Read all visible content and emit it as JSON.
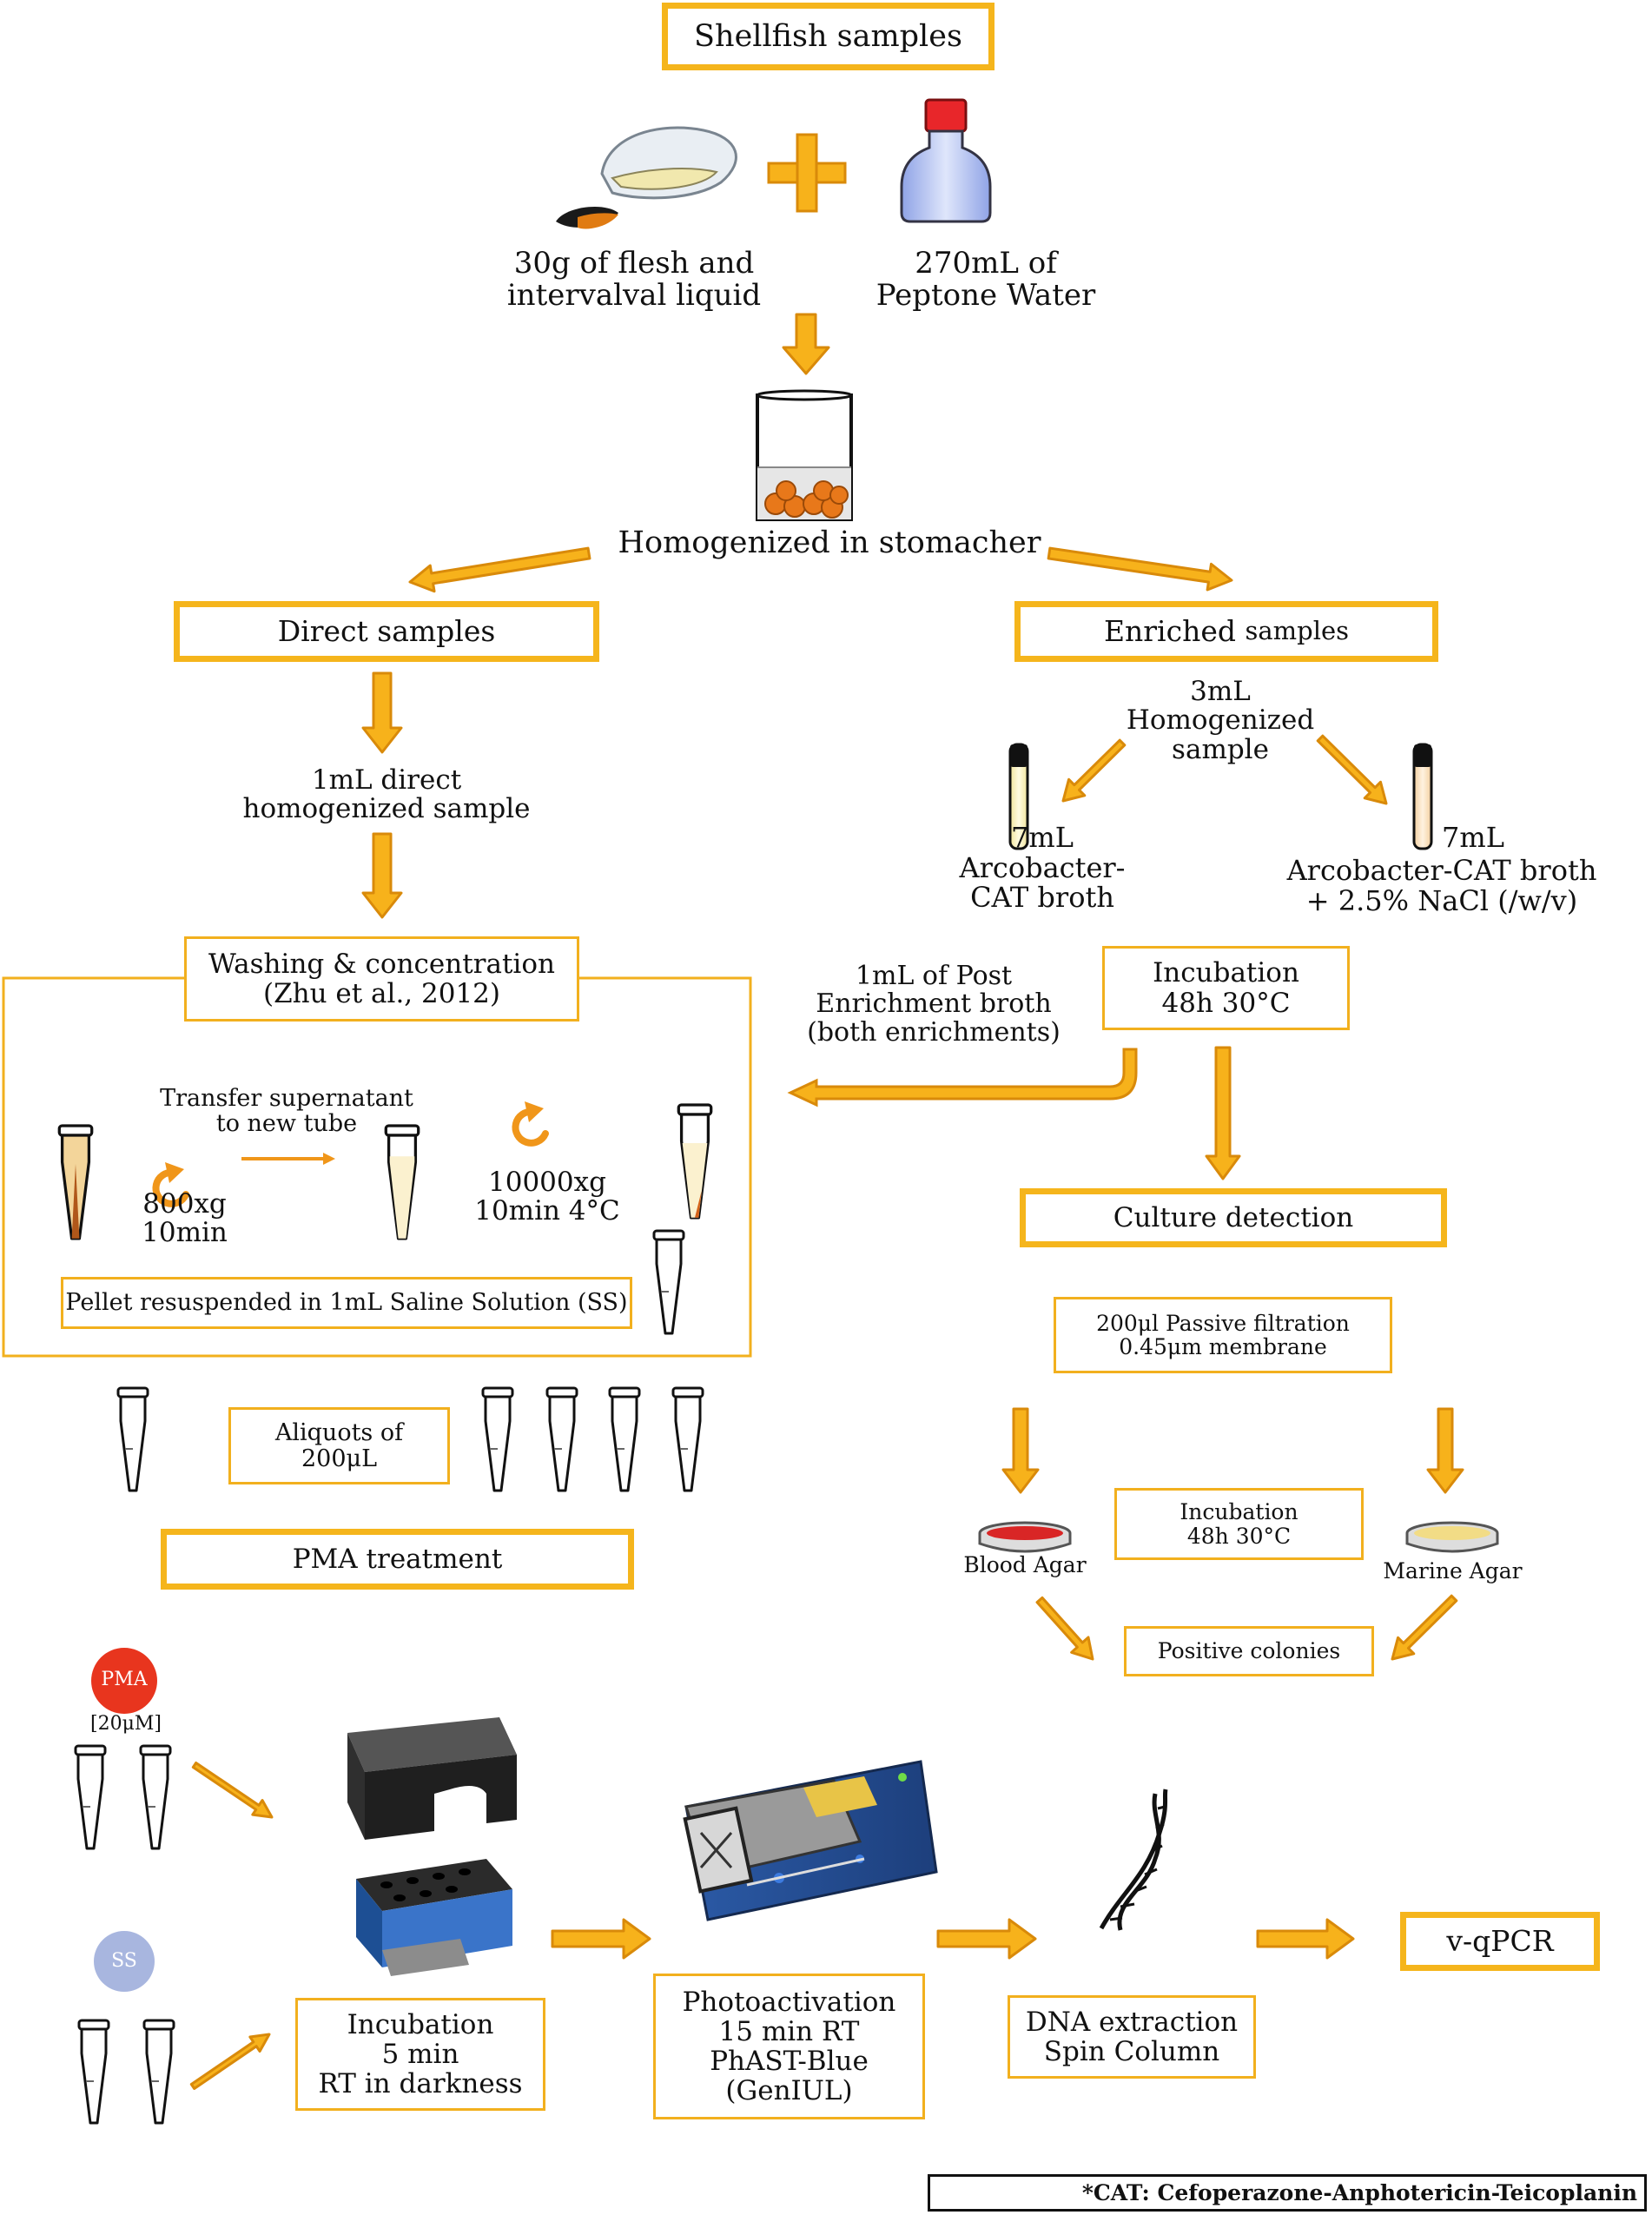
{
  "title": "Shellfish samples",
  "inputs": {
    "flesh": "30g of flesh and\nintervalval liquid",
    "water": "270mL of\nPeptone Water"
  },
  "homogenized": "Homogenized in stomacher",
  "direct": {
    "title": "Direct samples",
    "sample": "1mL direct\nhomogenized sample",
    "washing_title": "Washing & concentration\n(Zhu et al., 2012)",
    "transfer": "Transfer supernatant\nto new tube",
    "spin1": "800xg 10min",
    "spin2": "10000xg\n10min 4°C",
    "pellet": "Pellet resuspended in 1mL Saline Solution (SS)",
    "aliquots": "Aliquots of\n200μL"
  },
  "enriched": {
    "title_main": "Enriched",
    "title_small": "samples",
    "sample": "3mL\nHomogenized\nsample",
    "broth1": "7mL\nArcobacter-\nCAT broth",
    "broth2_vol": "7mL",
    "broth2": "Arcobacter-CAT broth\n+ 2.5% NaCl (/w/v)",
    "incubation": "Incubation\n48h 30°C",
    "post": "1mL of Post\nEnrichment broth\n(both enrichments)",
    "culture": "Culture detection",
    "filtration": "200μl Passive filtration\n0.45μm membrane",
    "blood": "Blood Agar",
    "marine": "Marine Agar",
    "plate_incubation": "Incubation\n48h 30°C",
    "positive": "Positive colonies"
  },
  "pma": {
    "title": "PMA treatment",
    "pma_label": "PMA",
    "pma_conc": "[20μM]",
    "ss_label": "SS",
    "incubation": "Incubation\n5 min\nRT in darkness",
    "photo": "Photoactivation\n15 min    RT\nPhAST-Blue\n(GenIUL)",
    "dna": "DNA extraction\nSpin Column",
    "qpcr": "v-qPCR"
  },
  "footnote": "*CAT: Cefoperazone-Anphotericin-Teicoplanin",
  "colors": {
    "arrow_fill": "#f7b21b",
    "arrow_stroke": "#d98a0a",
    "box_border": "#f2b01e",
    "pma_badge": "#e8351e",
    "ss_badge": "#a8b6df",
    "device_blue": "#2f5fa9"
  }
}
